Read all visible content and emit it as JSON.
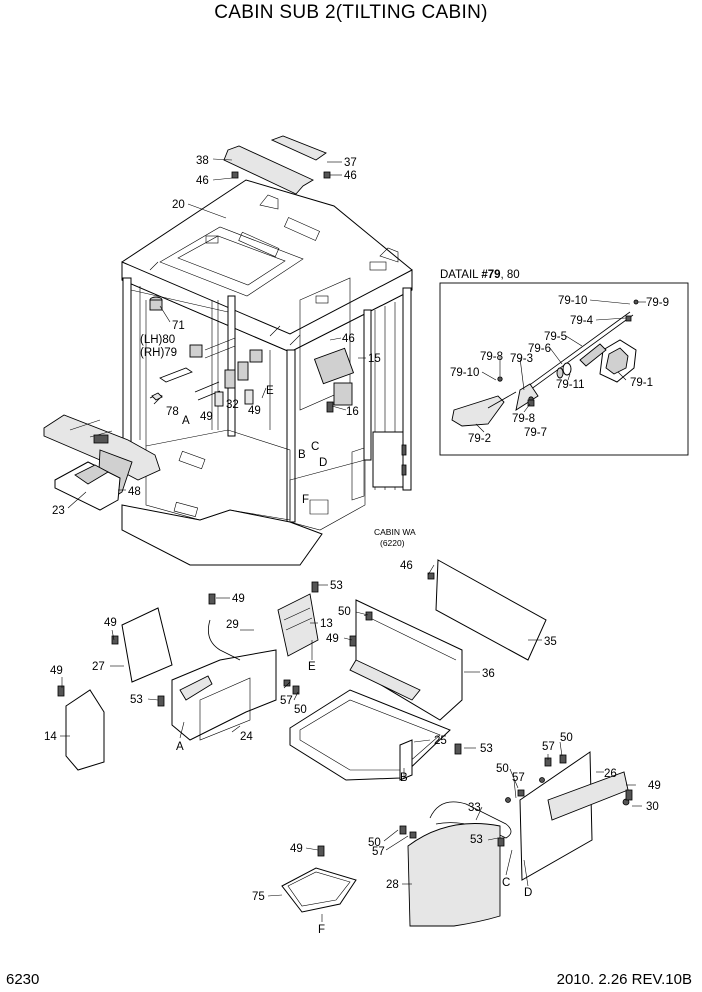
{
  "title": "CABIN SUB 2(TILTING CABIN)",
  "page_number": "6230",
  "revision": "2010. 2.26  REV.10B",
  "detail_title_prefix": "DATAIL ",
  "detail_title_ref": "#79",
  "detail_title_suffix": ", 80",
  "cabin_ref_label": "CABIN WA",
  "cabin_ref_page": "(6220)",
  "labels": {
    "p38": "38",
    "p37": "37",
    "p46a": "46",
    "p46b": "46",
    "p20": "20",
    "p71": "71",
    "lh80": "(LH)80",
    "rh79": "(RH)79",
    "p46c": "46",
    "p15": "15",
    "p16": "16",
    "pE1": "E",
    "p78": "78",
    "pA1": "A",
    "p49a": "49",
    "p32": "32",
    "p49b": "49",
    "pB1": "B",
    "pC1": "C",
    "pD1": "D",
    "pF1": "F",
    "p48": "48",
    "p23": "23",
    "d79_10a": "79-10",
    "d79_9": "79-9",
    "d79_4": "79-4",
    "d79_5": "79-5",
    "d79_6": "79-6",
    "d79_8a": "79-8",
    "d79_3": "79-3",
    "d79_10b": "79-10",
    "d79_11": "79-11",
    "d79_1": "79-1",
    "d79_8b": "79-8",
    "d79_7": "79-7",
    "d79_2": "79-2",
    "p46d": "46",
    "p35": "35",
    "p53a": "53",
    "p49c": "49",
    "p50a": "50",
    "p13": "13",
    "p49d": "49",
    "pE2": "E",
    "p36": "36",
    "p49e": "49",
    "p29": "29",
    "p27": "27",
    "p49f": "49",
    "p53b": "53",
    "p57a": "57",
    "p50b": "50",
    "p14": "14",
    "pA2": "A",
    "p24": "24",
    "p25": "25",
    "p53c": "53",
    "pB2": "B",
    "p57b": "57",
    "p50c": "50",
    "p26": "26",
    "p50d": "50",
    "p57c": "57",
    "p49g": "49",
    "p30": "30",
    "p33": "33",
    "p53d": "53",
    "p50e": "50",
    "p57d": "57",
    "pC2": "C",
    "pD2": "D",
    "p28": "28",
    "p49h": "49",
    "p75": "75",
    "pF2": "F"
  }
}
